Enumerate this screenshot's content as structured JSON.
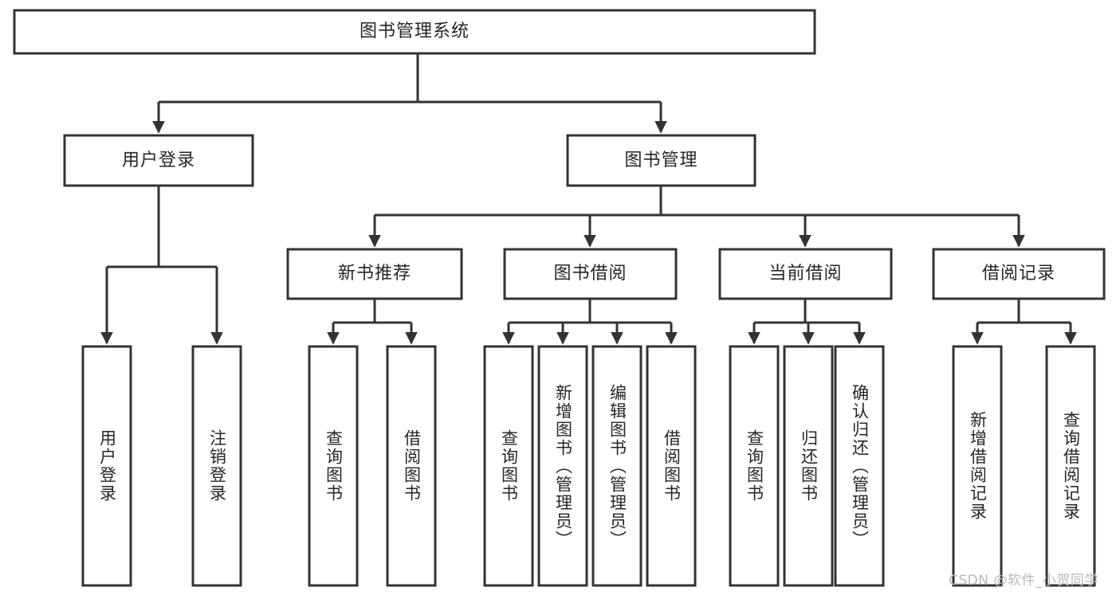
{
  "diagram": {
    "title": "图书管理系统",
    "type": "tree-hierarchy",
    "stroke_color": "#333333",
    "fill_color": "#ffffff",
    "text_color": "#262626"
  },
  "nodes": {
    "root": {
      "label": "图书管理系统"
    },
    "level2": [
      {
        "label": "用户登录"
      },
      {
        "label": "图书管理"
      }
    ],
    "level3": [
      {
        "label": "新书推荐"
      },
      {
        "label": "图书借阅"
      },
      {
        "label": "当前借阅"
      },
      {
        "label": "借阅记录"
      }
    ],
    "leaves_user_login": [
      {
        "label": "用户登录"
      },
      {
        "label": "注销登录"
      }
    ],
    "leaves_new_book": [
      {
        "label": "查询图书"
      },
      {
        "label": "借阅图书"
      }
    ],
    "leaves_borrow": [
      {
        "label": "查询图书"
      },
      {
        "label": "新增图书（管理员）"
      },
      {
        "label": "编辑图书（管理员）"
      },
      {
        "label": "借阅图书"
      }
    ],
    "leaves_current": [
      {
        "label": "查询图书"
      },
      {
        "label": "归还图书"
      },
      {
        "label": "确认归还（管理员）"
      }
    ],
    "leaves_records": [
      {
        "label": "新增借阅记录"
      },
      {
        "label": "查询借阅记录"
      }
    ]
  },
  "watermark": {
    "text": "CSDN @软件_小贺同学"
  }
}
